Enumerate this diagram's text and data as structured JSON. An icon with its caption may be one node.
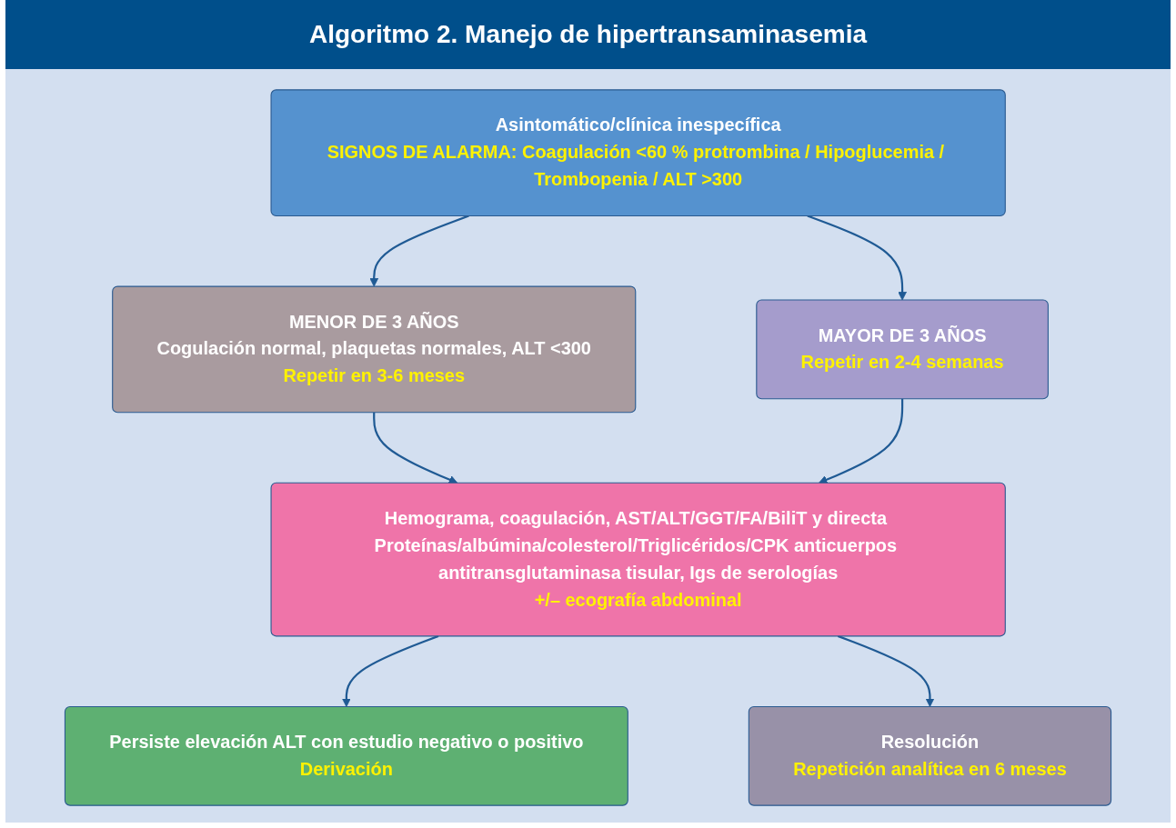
{
  "diagram": {
    "title": "Algoritmo 2.  Manejo de hipertransaminasemia",
    "nodes": [
      {
        "text": [
          "Asintomático/clínica inespecífica",
          "SIGNOS DE ALARMA: Coagulación <60 % protrombina / Hipoglucemia / Trombopenia / ALT >300"
        ]
      },
      {
        "text": [
          "MENOR DE 3 AÑOS",
          "Cogulación normal, plaquetas normales, ALT <300",
          "Repetir en 3-6 meses"
        ]
      },
      {
        "text": [
          "MAYOR DE 3 AÑOS",
          "Repetir en 2-4 semanas"
        ]
      },
      {
        "text": [
          "Hemograma, coagulación, AST/ALT/GGT/FA/BiliT y directa Proteínas/albúmina/colesterol/Triglicéridos/CPK anticuerpos antitransglutaminasa tisular, Igs de serologías",
          "+/– ecografía abdominal"
        ]
      },
      {
        "text": [
          "Persiste elevación ALT con estudio negativo o positivo",
          "Derivación"
        ]
      },
      {
        "text": [
          "Resolución",
          "Repetición analítica en 6 meses"
        ]
      }
    ],
    "edges": [
      {
        "from": 0,
        "to": 1,
        "arrow": "to"
      },
      {
        "from": 0,
        "to": 2,
        "arrow": "to"
      },
      {
        "from": 1,
        "to": 3,
        "arrow": "to"
      },
      {
        "from": 2,
        "to": 3,
        "arrow": "to"
      },
      {
        "from": 3,
        "to": 4,
        "arrow": "to"
      },
      {
        "from": 3,
        "to": 5,
        "arrow": "to"
      }
    ]
  }
}
